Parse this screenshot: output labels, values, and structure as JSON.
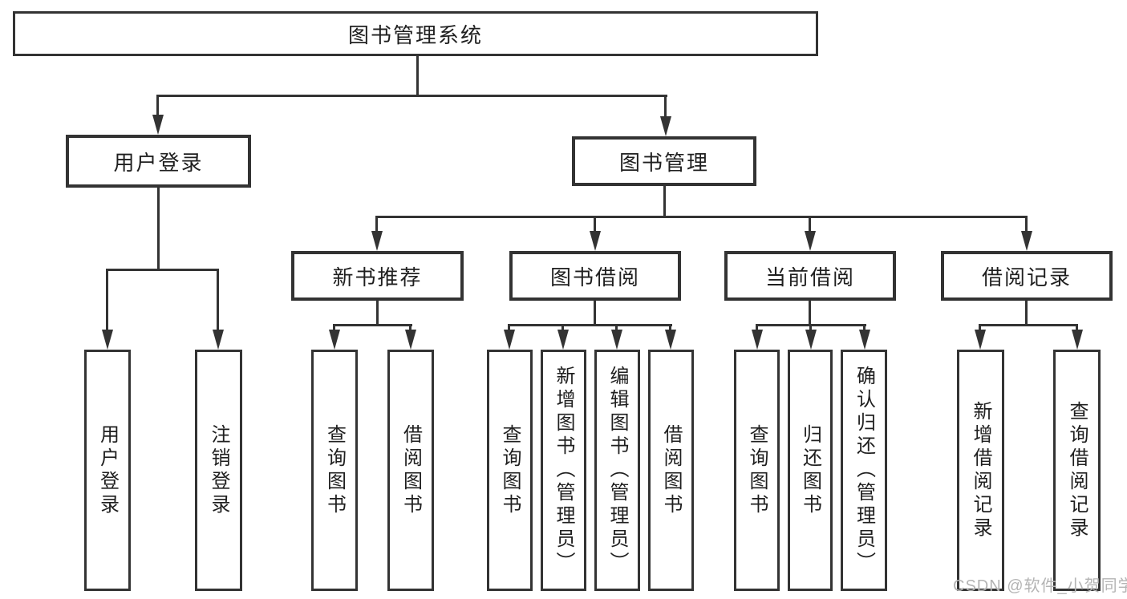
{
  "tree": {
    "root": {
      "label": "图书管理系统"
    },
    "level1": [
      {
        "label": "用户登录",
        "children": [
          {
            "label": "用户登录"
          },
          {
            "label": "注销登录"
          }
        ]
      },
      {
        "label": "图书管理",
        "children": [
          {
            "label": "新书推荐",
            "children": [
              {
                "label": "查询图书"
              },
              {
                "label": "借阅图书"
              }
            ]
          },
          {
            "label": "图书借阅",
            "children": [
              {
                "label": "查询图书"
              },
              {
                "label": "新增图书（管理员）"
              },
              {
                "label": "编辑图书（管理员）"
              },
              {
                "label": "借阅图书"
              }
            ]
          },
          {
            "label": "当前借阅",
            "children": [
              {
                "label": "查询图书"
              },
              {
                "label": "归还图书"
              },
              {
                "label": "确认归还（管理员）"
              }
            ]
          },
          {
            "label": "借阅记录",
            "children": [
              {
                "label": "新增借阅记录"
              },
              {
                "label": "查询借阅记录"
              }
            ]
          }
        ]
      }
    ]
  },
  "watermark": {
    "text": "CSDN @软件_小贺同学"
  },
  "style": {
    "line_color": "#333333",
    "text_color": "#1f1f1f",
    "watermark_color": "#b4b4b4",
    "background": "#ffffff"
  }
}
